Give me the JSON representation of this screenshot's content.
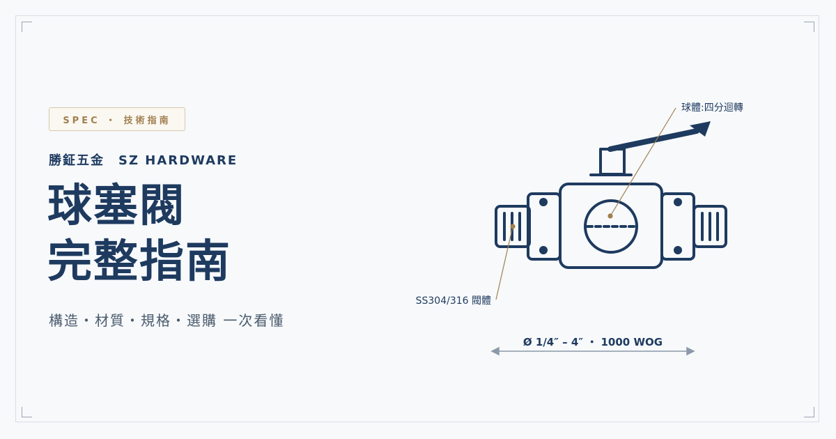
{
  "badge": "SPEC ・ 技術指南",
  "brand": "勝鉦五金　SZ HARDWARE",
  "title": {
    "line1": "球塞閥",
    "line2": "完整指南"
  },
  "subtitle": "構造・材質・規格・選購 一次看懂",
  "diagram": {
    "callout_ball": "球體:四分迴轉",
    "callout_body": "SS304/316 閥體",
    "dimension": "Ø 1/4″ – 4″ ・ 1000 WOG"
  },
  "colors": {
    "navy": "#1e3a5f",
    "gold": "#a0804f",
    "background": "#f7f9fb",
    "dimension_line": "#8b99a8"
  }
}
